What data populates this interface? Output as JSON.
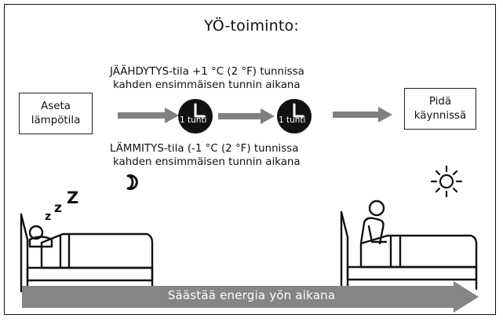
{
  "title": "YÖ-toiminto:",
  "cooling_text": {
    "line1": "JÄÄHDYTYS-tila +1 °C (2 °F) tunnissa",
    "line2": "kahden ensimmäisen tunnin aikana"
  },
  "heating_text": {
    "line1": "LÄMMITYS-tila (-1 °C (2 °F) tunnissa",
    "line2": "kahden ensimmäisen tunnin aikana"
  },
  "start_box": {
    "line1": "Aseta",
    "line2": "lämpötila"
  },
  "end_box": {
    "line1": "Pidä",
    "line2": "käynnissä"
  },
  "clock_1_label": "1 tunti",
  "clock_2_label": "1 tunti",
  "sleep_letters": [
    "z",
    "z",
    "Z"
  ],
  "bottom_banner": "Säästää energia yön aikana",
  "icons": {
    "moon": "moon-icon",
    "sun": "sun-icon",
    "clock": "clock-icon",
    "sleeping_person": "sleeping-person-in-bed-icon",
    "awake_person": "sitting-person-in-bed-icon"
  },
  "colors": {
    "arrow_gray": "#808080",
    "clock_fill": "#111111",
    "banner_gray": "#858585"
  }
}
